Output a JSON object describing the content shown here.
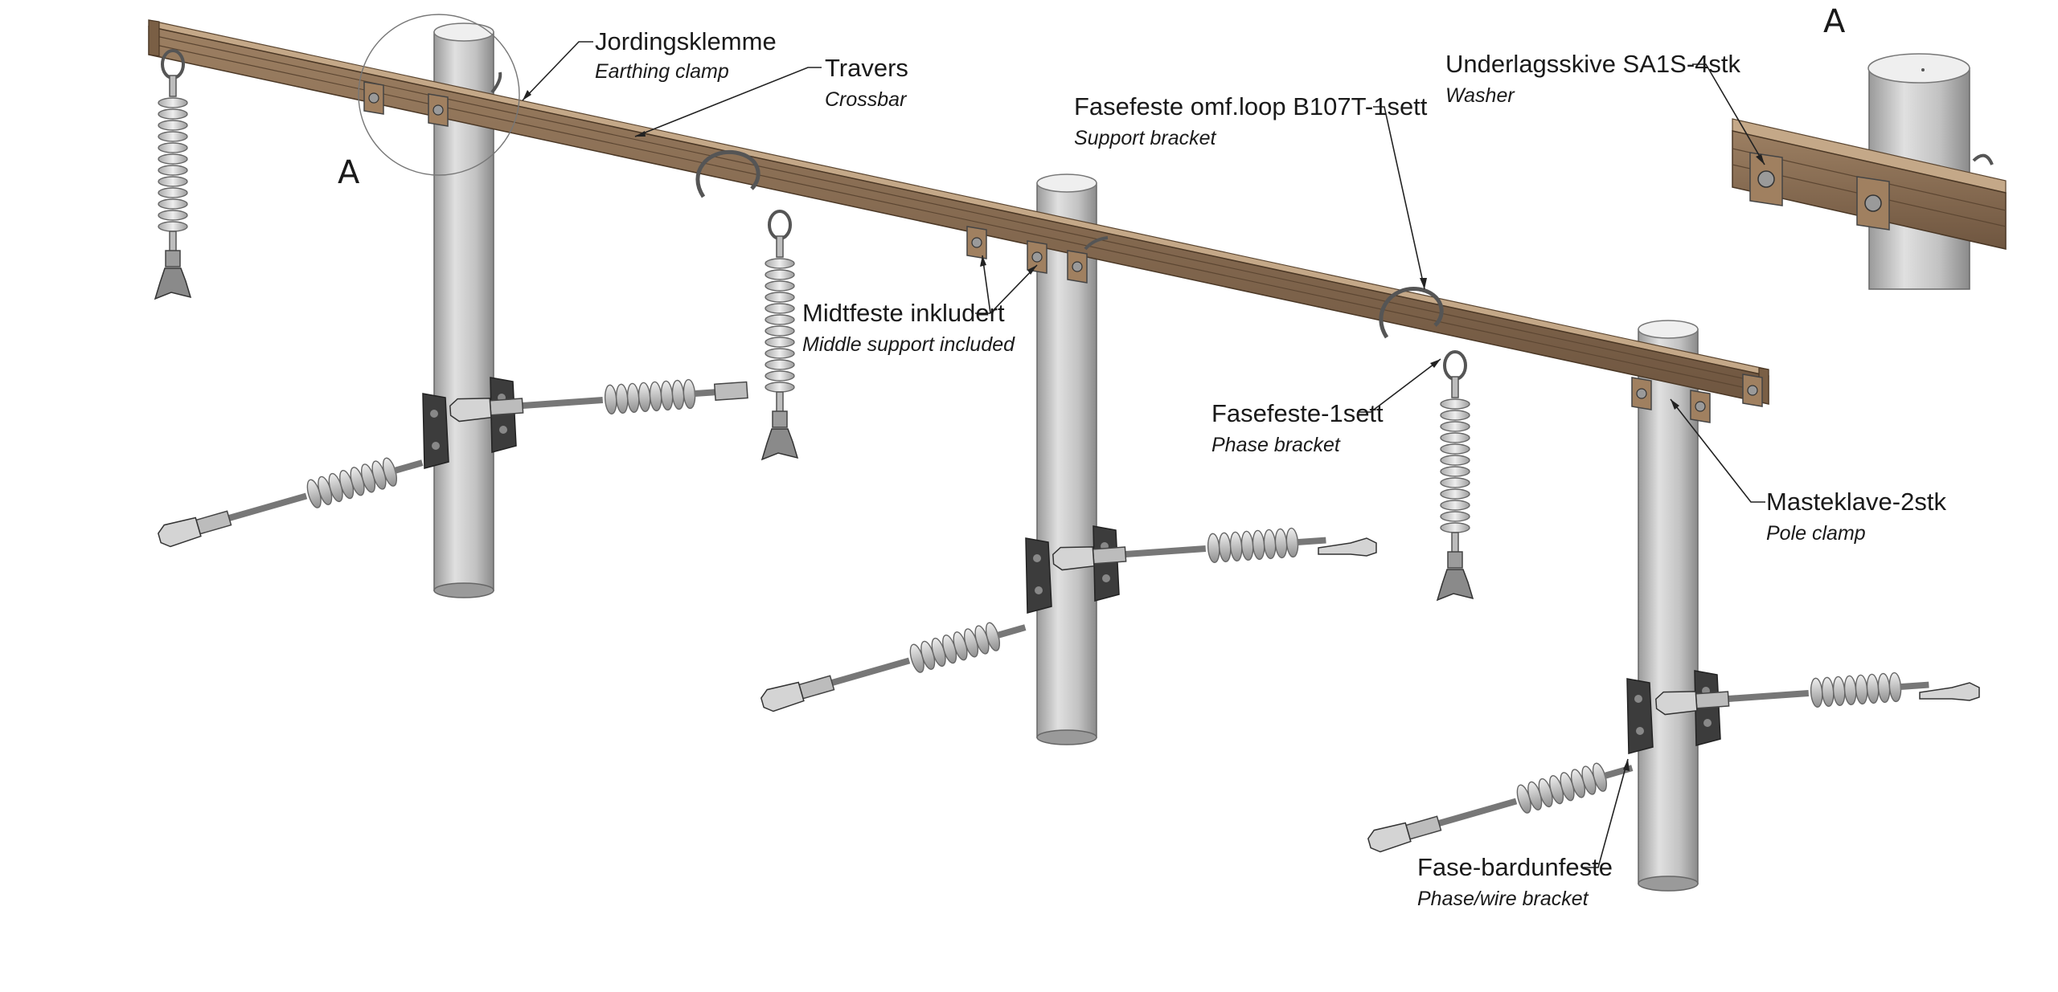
{
  "labels": {
    "earthing_clamp": {
      "main": "Jordingsklemme",
      "sub": "Earthing clamp"
    },
    "crossbar": {
      "main": "Travers",
      "sub": "Crossbar"
    },
    "support_bracket": {
      "main": "Fasefeste omf.loop B107T-1sett",
      "sub": "Support bracket"
    },
    "washer": {
      "main": "Underlagsskive SA1S-4stk",
      "sub": "Washer"
    },
    "middle_support": {
      "main": "Midtfeste inkludert",
      "sub": "Middle support included"
    },
    "phase_bracket": {
      "main": "Fasefeste-1sett",
      "sub": "Phase bracket"
    },
    "pole_clamp": {
      "main": "Masteklave-2stk",
      "sub": "Pole clamp"
    },
    "phase_wire_bracket": {
      "main": "Fase-bardunfeste",
      "sub": "Phase/wire bracket"
    }
  },
  "detail_marker": "A",
  "detail_title": "A",
  "colors": {
    "crossbar_wood": "#8a6e52",
    "crossbar_top": "#b5987a",
    "pole": "#c9c9c9",
    "pole_shade": "#8e8e8e",
    "insulator": "#d8d8d8",
    "bracket_dark": "#3c3c3c"
  }
}
